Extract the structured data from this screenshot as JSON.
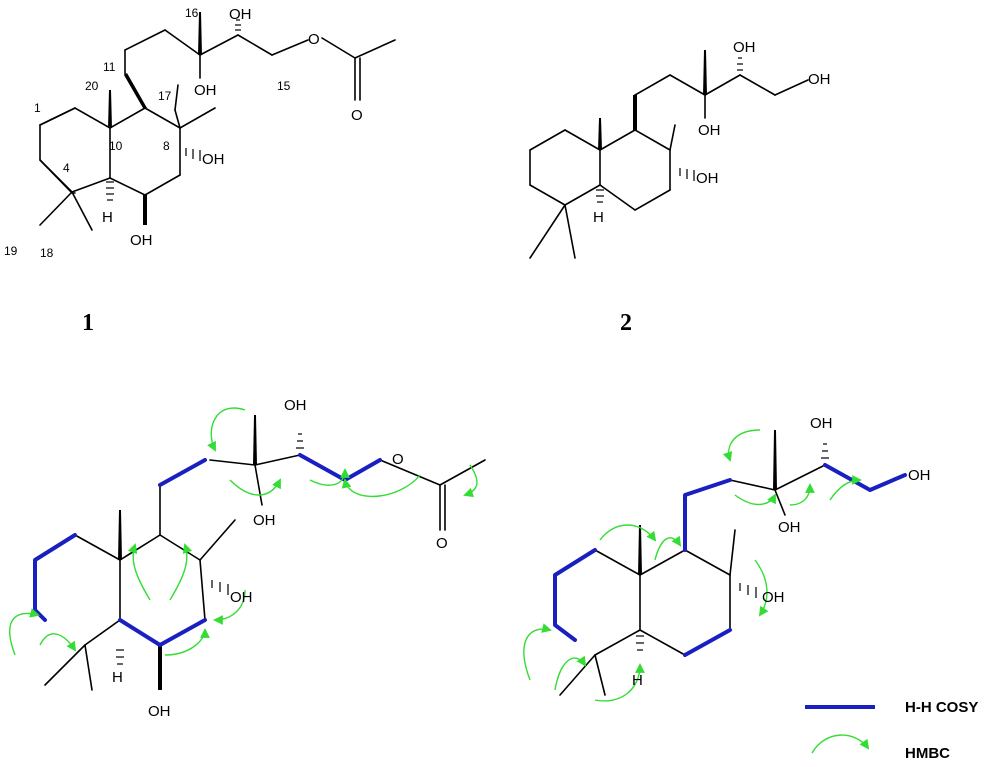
{
  "compound_labels": [
    "1",
    "2"
  ],
  "atom_labels": {
    "oh": "OH",
    "h": "H",
    "o": "O"
  },
  "atom_numbers": {
    "n1": "1",
    "n4": "4",
    "n8": "8",
    "n10": "10",
    "n11": "11",
    "n15": "15",
    "n16": "16",
    "n17": "17",
    "n18": "18",
    "n19": "19",
    "n20": "20"
  },
  "legend": {
    "cosy_label": "H-H COSY",
    "hmbc_label": "HMBC",
    "cosy_color": "#1a1fbf",
    "hmbc_color": "#33dd33"
  }
}
